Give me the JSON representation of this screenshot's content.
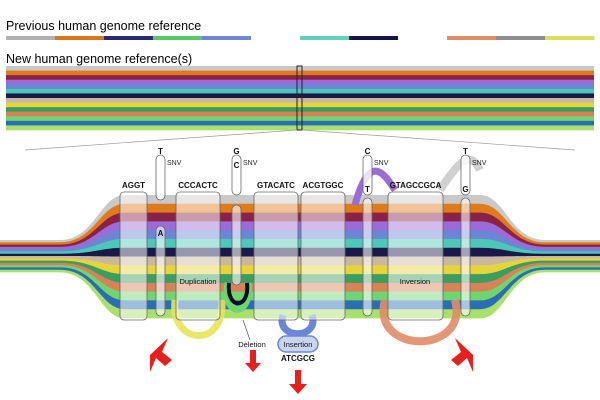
{
  "titles": {
    "previous": "Previous human genome reference",
    "new": "New human genome reference(s)"
  },
  "colors": {
    "haplotypes": [
      "#c9c9c9",
      "#e07b1a",
      "#8a2247",
      "#9b6bd6",
      "#6b86d4",
      "#4ec8b6",
      "#1a1a4a",
      "#c9b8a0",
      "#e6d43a",
      "#3a9e60",
      "#d98258",
      "#6fd66f",
      "#2b6db5",
      "#a8e06a"
    ],
    "previous_segments": [
      "#b0b0b0",
      "#d9761d",
      "#2a2a72",
      "#58c968",
      "#6c87d4",
      "#ffffff",
      "#5ed1c0",
      "#15154a",
      "#ffffff",
      "#e08c69",
      "#8c8c8c",
      "#dede5a"
    ],
    "arrow": "#e8201d"
  },
  "sequence_blocks": [
    "AGGT",
    "CCCACTC",
    "GTACATC",
    "ACGTGGC",
    "GTAGCCGCA"
  ],
  "snvs": [
    {
      "ref": "T",
      "alt": "A",
      "label": "SNV"
    },
    {
      "ref": "G",
      "alt": "C",
      "label": "SNV"
    },
    {
      "ref": "C",
      "alt": "T",
      "label": "SNV"
    },
    {
      "ref": "T",
      "alt": "G",
      "label": "SNV"
    }
  ],
  "variants": {
    "duplication": "Duplication",
    "deletion": "Deletion",
    "insertion": "Insertion",
    "insertion_sequence": "ATCGCG",
    "inversion": "Inversion"
  }
}
